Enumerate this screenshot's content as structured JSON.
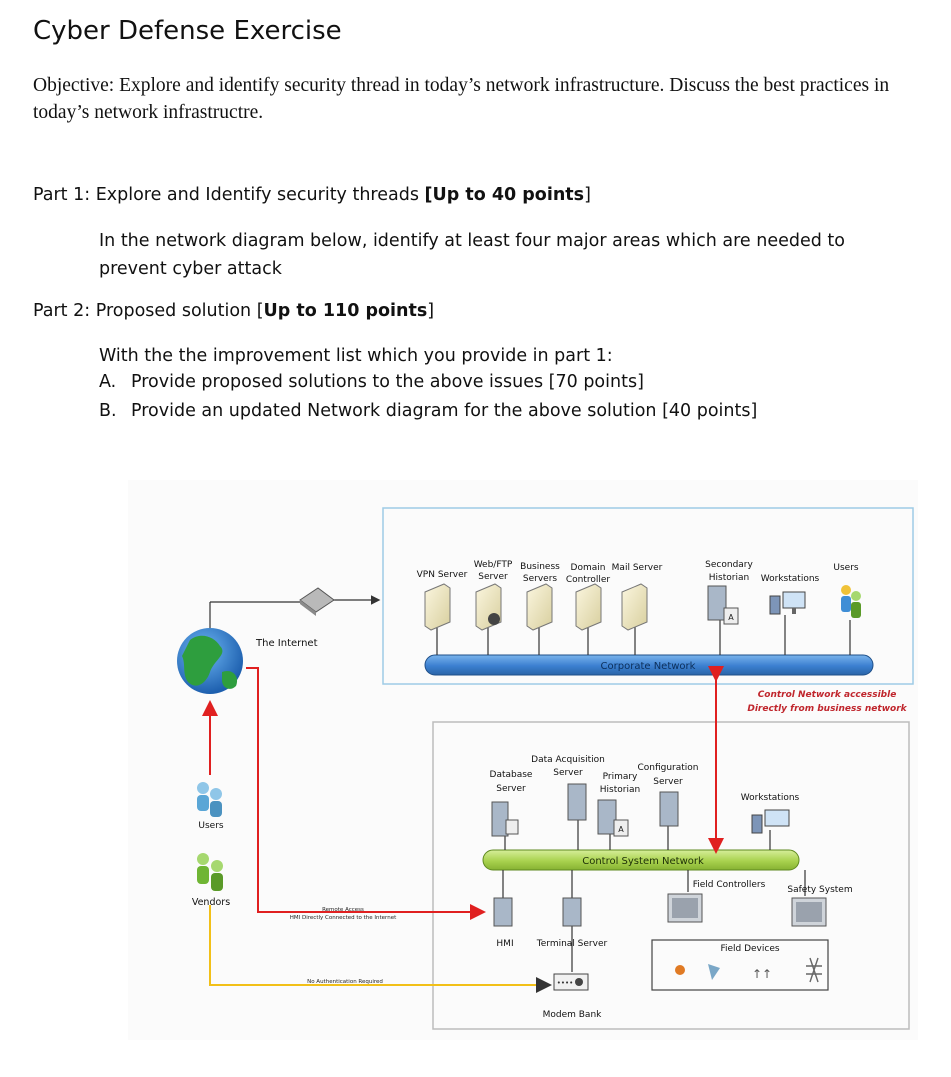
{
  "title": "Cyber Defense Exercise",
  "objective": "Objective: Explore and identify security thread in today’s network infrastructure. Discuss the best practices in today’s network infrastructre.",
  "part1": {
    "heading_prefix": "Part 1: Explore and Identify security threads ",
    "heading_points": "[Up to 40 points",
    "heading_suffix": "]",
    "body": "In the network diagram below, identify at least four major areas which are needed to prevent cyber attack"
  },
  "part2": {
    "heading_prefix": "Part 2: Proposed solution [",
    "heading_points": "Up to 110 points",
    "heading_suffix": "]",
    "intro": "With the the improvement list which you provide in part 1:",
    "items": [
      {
        "marker": "A.",
        "text": "Provide  proposed solutions to the above issues [70 points]"
      },
      {
        "marker": "B.",
        "text": "Provide an updated Network diagram for the above solution [40 points]"
      }
    ]
  },
  "diagram": {
    "internet": "The Internet",
    "users_left": "Users",
    "vendors": "Vendors",
    "vpn": "VPN Server",
    "webftp1": "Web/FTP",
    "webftp2": "Server",
    "business1": "Business",
    "business2": "Servers",
    "domain1": "Domain",
    "domain2": "Controller",
    "mail": "Mail Server",
    "secondary1": "Secondary",
    "secondary2": "Historian",
    "workstations_top": "Workstations",
    "users_top": "Users",
    "corporate_network": "Corporate Network",
    "control_note1": "Control Network accessible",
    "control_note2": "Directly from business network",
    "data_acq": "Data Acquisition",
    "data_acq_server": "Server",
    "database1": "Database",
    "database2": "Server",
    "primary1": "Primary",
    "primary2": "Historian",
    "config1": "Configuration",
    "config2": "Server",
    "workstations_ctl": "Workstations",
    "control_system_network": "Control System Network",
    "field_controllers": "Field Controllers",
    "safety_system": "Safety System",
    "remote_access": "Remote Access",
    "hmi_direct": "HMI Directly Connected to the Internet",
    "no_auth": "No Authentication Required",
    "hmi": "HMI",
    "terminal_server": "Terminal Server",
    "field_devices": "Field Devices",
    "modem_bank": "Modem Bank",
    "modem_label": "••••"
  }
}
